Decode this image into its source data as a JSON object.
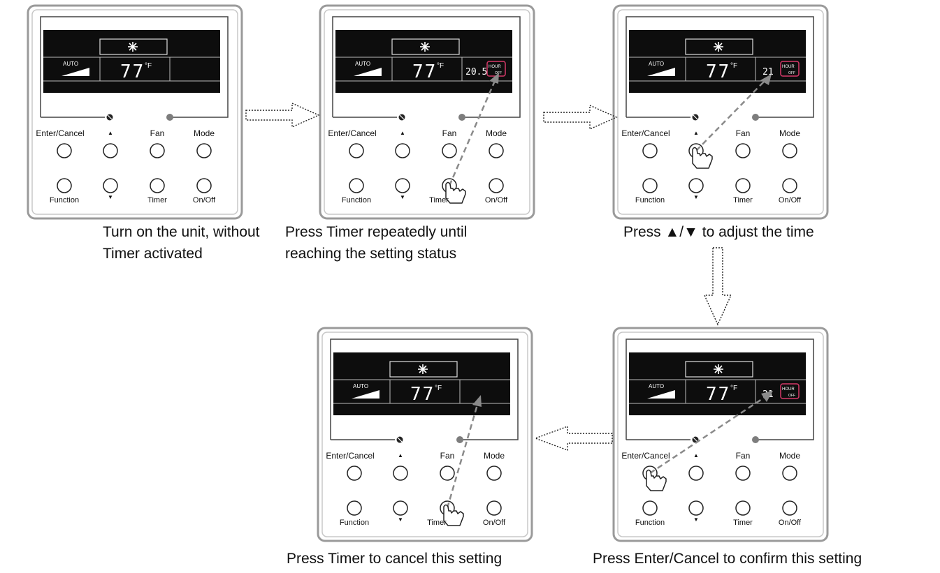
{
  "panels": {
    "labels": {
      "enter_cancel": "Enter/Cancel",
      "up": "▲",
      "fan": "Fan",
      "mode": "Mode",
      "function": "Function",
      "down": "▼",
      "timer": "Timer",
      "on_off": "On/Off"
    },
    "display": {
      "mode_indicator": "AUTO",
      "temperature": "77",
      "unit": "°F",
      "hour": "HOUR",
      "off": "OFF"
    },
    "timer_values": {
      "step2": "20.5",
      "step3": "21",
      "step4": "21"
    }
  },
  "captions": {
    "step1_line1": "Turn on the unit, without",
    "step1_line2": "Timer activated",
    "step2_line1": "Press Timer repeatedly until",
    "step2_line2": "reaching the setting status",
    "step3": "Press ▲/▼ to adjust the time",
    "step4": "Press Enter/Cancel to confirm this setting",
    "step5": "Press Timer to cancel this setting"
  },
  "colors": {
    "screen": "#0d0d0d",
    "panel_border": "#9a9a9a",
    "arrow": "#8a8a8a",
    "hour_off_badge": "#d63a6a"
  },
  "icons": {
    "mode_symbol": "snowflake-icon",
    "sensor_symbol": "sensor-icon",
    "pointer": "pointing-hand-icon"
  }
}
